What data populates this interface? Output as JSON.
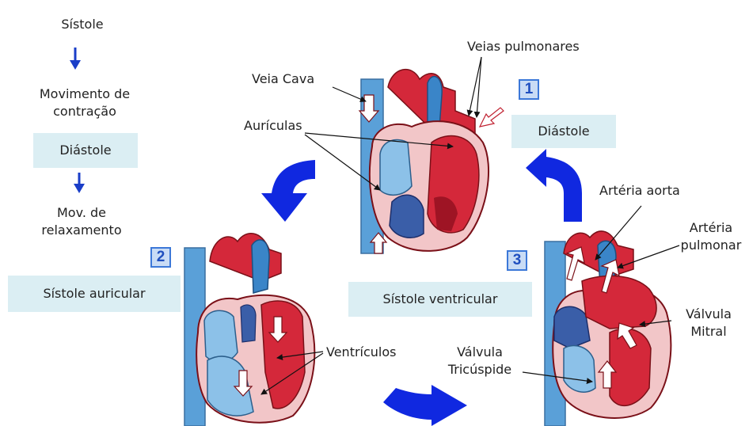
{
  "left_flow": {
    "sistole": "Sístole",
    "mov_contracao": "Movimento de\ncontração",
    "diastole_box": "Diástole",
    "mov_relax": "Mov. de\nrelaxamento"
  },
  "steps": {
    "n1": "1",
    "n2": "2",
    "n3": "3",
    "diastole": "Diástole",
    "sistole_auricular": "Sístole auricular",
    "sistole_ventricular": "Sístole ventricular"
  },
  "labels": {
    "veia_cava": "Veia Cava",
    "veias_pulmonares": "Veias pulmonares",
    "auriculas": "Aurículas",
    "arteria_aorta": "Artéria aorta",
    "arteria_pulmonar": "Artéria\npulmonar",
    "valvula_mitral": "Válvula\nMitral",
    "ventriculos": "Ventrículos",
    "valvula_tricuspide": "Válvula\nTricúspide"
  },
  "colors": {
    "heart_red": "#d4283a",
    "heart_dark_red": "#9e1424",
    "vessel_blue": "#5aa0d8",
    "chamber_blue": "#8cc1e8",
    "cycle_arrow": "#1028e0",
    "label_box": "#dbeef3"
  }
}
